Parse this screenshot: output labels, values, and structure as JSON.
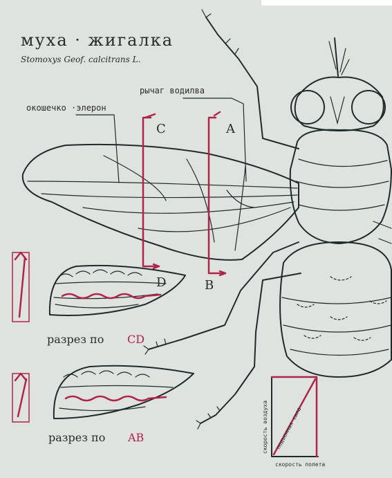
{
  "title": "муха · жигалка",
  "subtitle": "Stomoxys Geof. calcitrans L.",
  "labels": {
    "lever": "рычаг водилва",
    "window": "окошечко ·элерон",
    "C": "C",
    "A": "A",
    "D": "D",
    "B": "B",
    "section_cd": "разрез по",
    "section_cd_letters": "CD",
    "section_ab": "разрез по",
    "section_ab_letters": "AB",
    "graph_y": "скорость воздуха",
    "graph_diag": "подъемная сила",
    "graph_x": "скорость полета"
  },
  "colors": {
    "paper": "#dfe3df",
    "ink": "#1f2a2a",
    "accent": "#b0244a"
  }
}
